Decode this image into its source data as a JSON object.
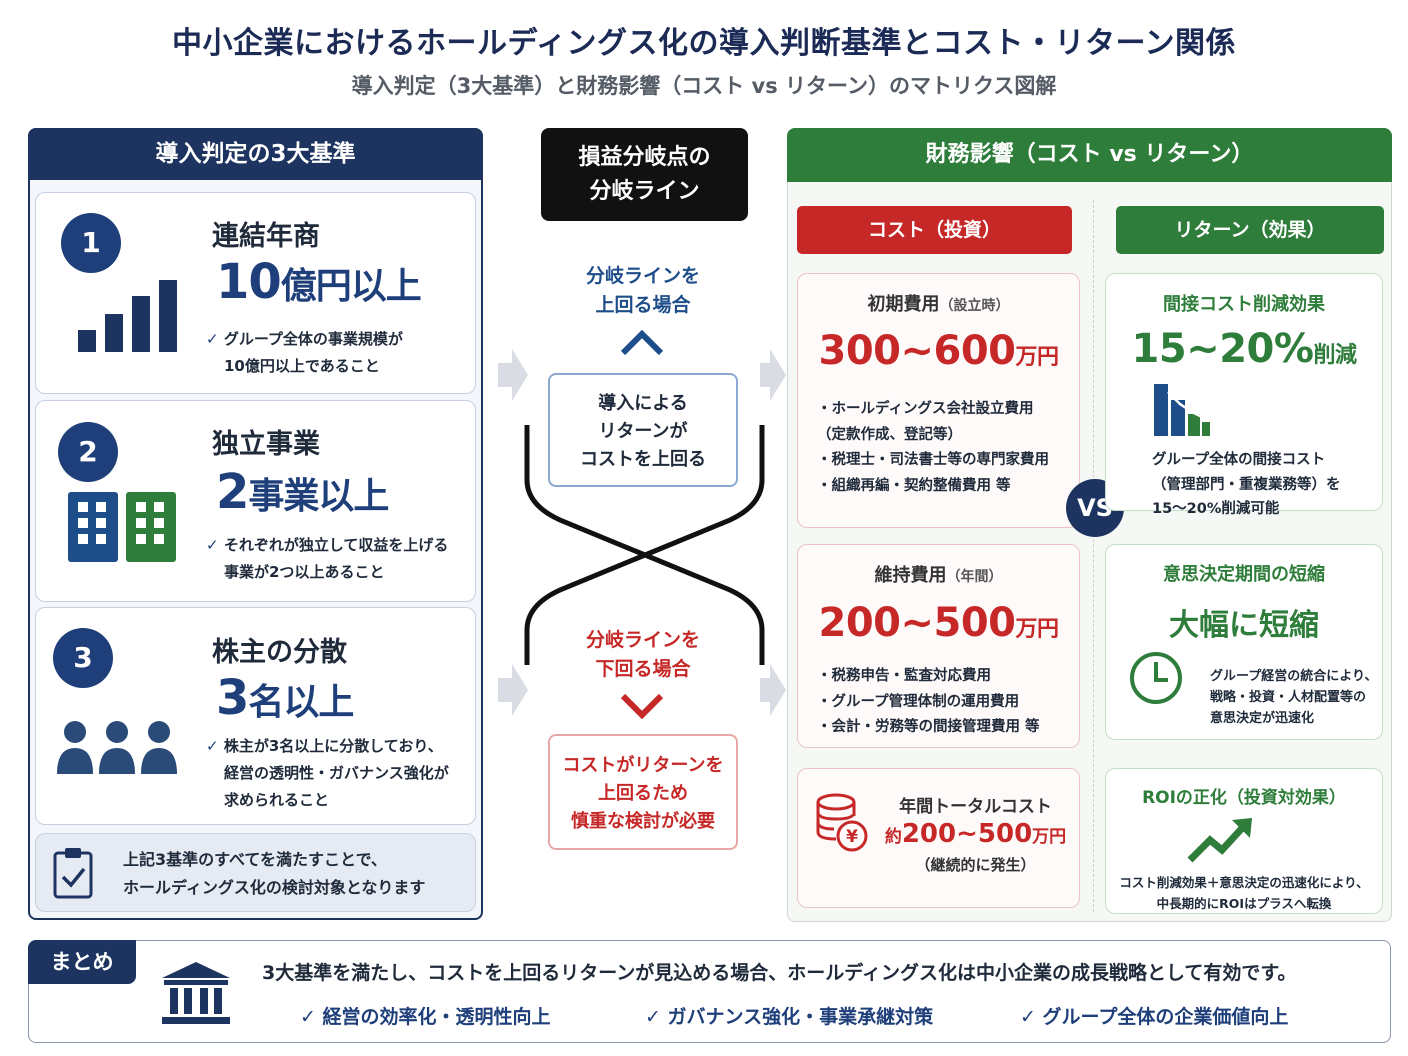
{
  "header": {
    "title": "中小企業におけるホールディングス化の導入判断基準とコスト・リターン関係",
    "subtitle": "導入判定（3大基準）と財務影響（コスト vs リターン）のマトリクス図解"
  },
  "left": {
    "heading": "導入判定の3大基準",
    "criteria": [
      {
        "num": "1",
        "title": "連結年商",
        "big_num": "10",
        "big_unit": "億円以上",
        "desc1": "グループ全体の事業規模が",
        "desc2": "10億円以上であること",
        "desc3": "",
        "icon": "bar-chart-icon"
      },
      {
        "num": "2",
        "title": "独立事業",
        "big_num": "2",
        "big_unit": "事業以上",
        "desc1": "それぞれが独立して収益を上げる",
        "desc2": "事業が2つ以上あること",
        "desc3": "",
        "icon": "building-icon"
      },
      {
        "num": "3",
        "title": "株主の分散",
        "big_num": "3",
        "big_unit": "名以上",
        "desc1": "株主が3名以上に分散しており、",
        "desc2": "経営の透明性・ガバナンス強化が",
        "desc3": "求められること",
        "icon": "people-icon"
      }
    ],
    "note_line1": "上記3基準のすべてを満たすことで、",
    "note_line2": "ホールディングス化の検討対象となります"
  },
  "middle": {
    "heading_line1": "損益分岐点の",
    "heading_line2": "分岐ライン",
    "above_line1": "分岐ラインを",
    "above_line2": "上回る場合",
    "above_box1": "導入による",
    "above_box2": "リターンが",
    "above_box3": "コストを上回る",
    "below_line1": "分岐ラインを",
    "below_line2": "下回る場合",
    "below_box1": "コストがリターンを",
    "below_box2": "上回るため",
    "below_box3": "慎重な検討が必要"
  },
  "right": {
    "heading": "財務影響（コスト vs リターン）",
    "cost_head": "コスト（投資）",
    "return_head": "リターン（効果）",
    "vs": "VS",
    "initial": {
      "title": "初期費用",
      "sub": "（設立時）",
      "amount": "300~600",
      "unit": "万円",
      "items": [
        "・ホールディングス会社設立費用",
        "（定款作成、登記等）",
        "・税理士・司法書士等の専門家費用",
        "・組織再編・契約整備費用 等"
      ]
    },
    "maintain": {
      "title": "維持費用",
      "sub": "（年間）",
      "amount": "200~500",
      "unit": "万円",
      "items": [
        "・税務申告・監査対応費用",
        "・グループ管理体制の運用費用",
        "・会計・労務等の間接管理費用 等"
      ]
    },
    "total": {
      "line1": "年間トータルコスト",
      "prefix": "約",
      "amount": "200~500",
      "unit": "万円",
      "line3": "（継続的に発生）"
    },
    "indirect": {
      "title": "間接コスト削減効果",
      "amount": "15~20%",
      "unit": "削減",
      "items": [
        "グループ全体の間接コスト",
        "（管理部門・重複業務等）を",
        "15～20%削減可能"
      ]
    },
    "decision": {
      "title": "意思決定期間の短縮",
      "big": "大幅に短縮",
      "items": [
        "グループ経営の統合により、",
        "戦略・投資・人材配置等の",
        "意思決定が迅速化"
      ]
    },
    "roi": {
      "title": "ROIの正化（投資対効果）",
      "items": [
        "コスト削減効果＋意思決定の迅速化により、",
        "中長期的にROIはプラスへ転換"
      ]
    }
  },
  "summary": {
    "tag": "まとめ",
    "main": "3大基準を満たし、コストを上回るリターンが見込める場合、ホールディングス化は中小企業の成長戦略として有効です。",
    "points": [
      "経営の効率化・透明性向上",
      "ガバナンス強化・事業承継対策",
      "グループ全体の企業価値向上"
    ]
  },
  "colors": {
    "navy": "#1e3460",
    "green": "#2e7d3a",
    "red": "#c62828"
  }
}
